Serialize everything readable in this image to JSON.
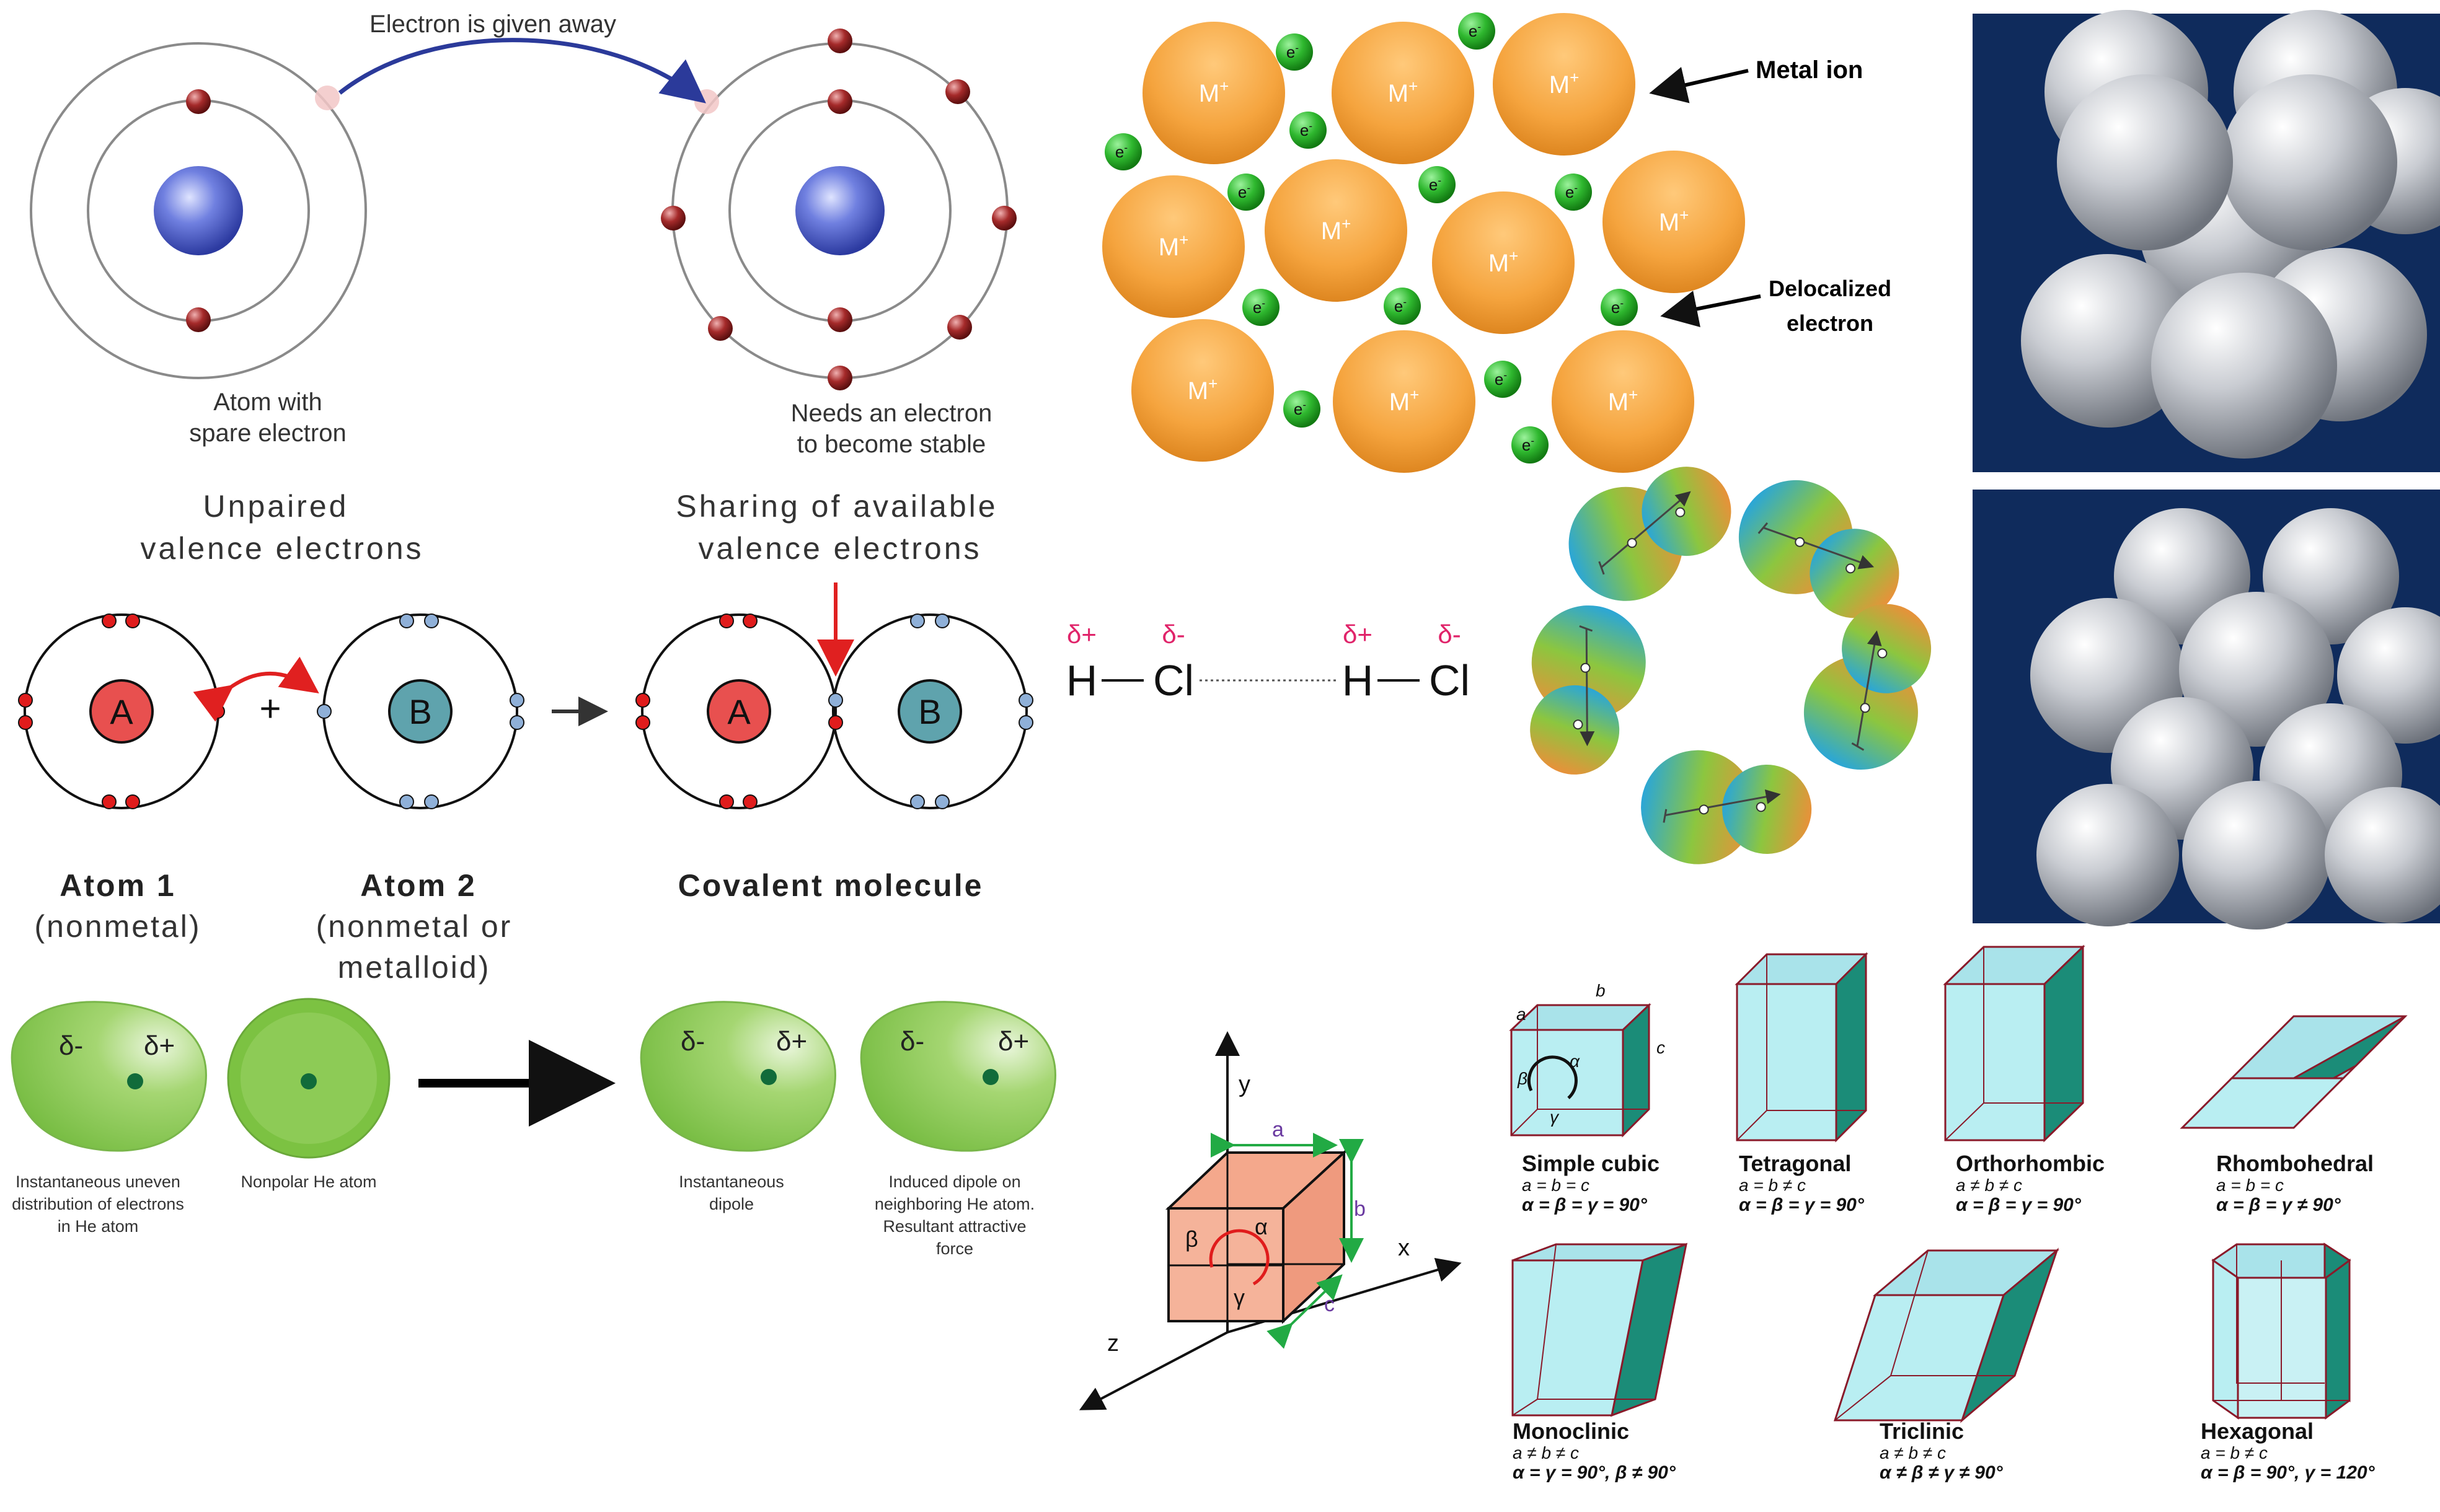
{
  "ionic": {
    "arrow_label": "Electron is given away",
    "left_caption": [
      "Atom with",
      "spare electron"
    ],
    "right_caption": [
      "Needs an electron",
      "to become stable"
    ]
  },
  "metallic": {
    "ion_label": "M",
    "ion_charge": "+",
    "electron_label": "e",
    "electron_charge": "-",
    "metal_ion": "Metal ion",
    "delocalized": [
      "Delocalized",
      "electron"
    ]
  },
  "covalent": {
    "heading_left": [
      "Unpaired",
      "valence electrons"
    ],
    "heading_right": [
      "Sharing of available",
      "valence electrons"
    ],
    "atom_a": "A",
    "atom_b": "B",
    "plus": "+",
    "atom1": [
      "Atom 1",
      "(nonmetal)"
    ],
    "atom2": [
      "Atom 2",
      "(nonmetal or",
      "metalloid)"
    ],
    "molecule": "Covalent molecule"
  },
  "hcl": {
    "delta_plus": "δ+",
    "delta_minus": "δ-",
    "h": "H",
    "cl": "Cl"
  },
  "dispersion": {
    "delta_minus": "δ-",
    "delta_plus": "δ+",
    "captions": [
      [
        "Instantaneous uneven",
        "distribution of electrons",
        "in He atom"
      ],
      [
        "Nonpolar He atom"
      ],
      [
        "Instantaneous",
        "dipole"
      ],
      [
        "Induced dipole on",
        "neighboring He atom.",
        "Resultant attractive",
        "force"
      ]
    ]
  },
  "unit_cell": {
    "axes": [
      "y",
      "x",
      "z"
    ],
    "edges": [
      "a",
      "b",
      "c"
    ],
    "angles": [
      "β",
      "α",
      "γ"
    ]
  },
  "lattices": [
    {
      "name": "Simple cubic",
      "rel1": "a = b = c",
      "rel2": "α = β = γ = 90°"
    },
    {
      "name": "Tetragonal",
      "rel1": "a = b ≠ c",
      "rel2": "α = β = γ = 90°"
    },
    {
      "name": "Orthorhombic",
      "rel1": "a ≠ b ≠ c",
      "rel2": "α = β = γ = 90°"
    },
    {
      "name": "Rhombohedral",
      "rel1": "a = b = c",
      "rel2": "α = β = γ ≠ 90°"
    },
    {
      "name": "Monoclinic",
      "rel1": "a ≠ b ≠ c",
      "rel2": "α = γ = 90°, β ≠ 90°"
    },
    {
      "name": "Triclinic",
      "rel1": "a ≠ b ≠ c",
      "rel2": "α ≠ β ≠ γ ≠ 90°"
    },
    {
      "name": "Hexagonal",
      "rel1": "a = b ≠ c",
      "rel2": "α = β = 90°, γ = 120°"
    }
  ],
  "simple_cubic_labels": [
    "a",
    "b",
    "c",
    "β",
    "α",
    "γ"
  ],
  "colors": {
    "ion_orange": "#f5a43e",
    "electron_green": "#2fb82f",
    "atom_red": "#e8504f",
    "atom_teal": "#5fa3ad",
    "blob_green": "#7cc242",
    "lattice_teal": "#1b8c78",
    "panel_navy": "#0f2b5c"
  }
}
